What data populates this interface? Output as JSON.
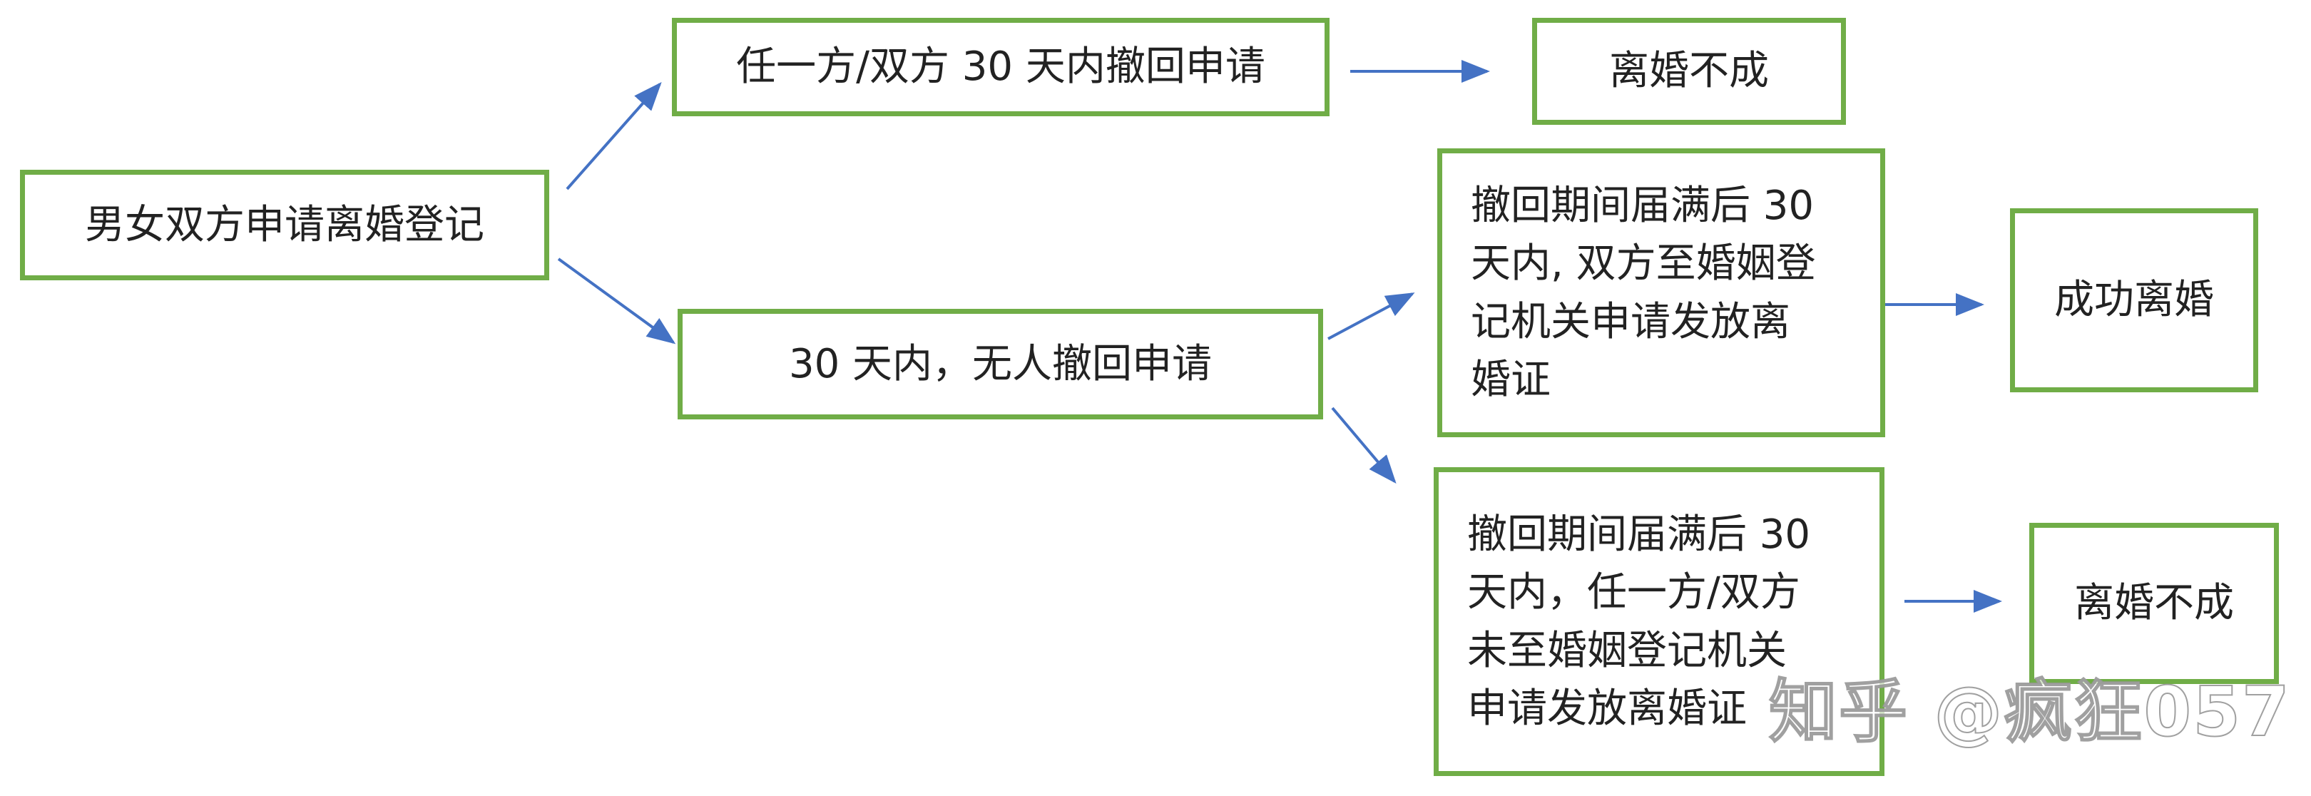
{
  "colors": {
    "node_border": "#70ad47",
    "arrow": "#4472c4",
    "text": "#222222"
  },
  "nodes": {
    "start": "男女双方申请离婚登记",
    "withdraw": "任一方/双方 30 天内撤回申请",
    "no_withdraw": "30 天内，无人撤回申请",
    "fail_top": "离婚不成",
    "apply_cert": "撤回期间届满后 30\n天内, 双方至婚姻登\n记机关申请发放离\n婚证",
    "success": "成功离婚",
    "not_apply": "撤回期间届满后 30\n天内，任一方/双方\n未至婚姻登记机关\n申请发放离婚证",
    "fail_bottom": "离婚不成"
  },
  "watermark": "知乎 @疯狂057"
}
